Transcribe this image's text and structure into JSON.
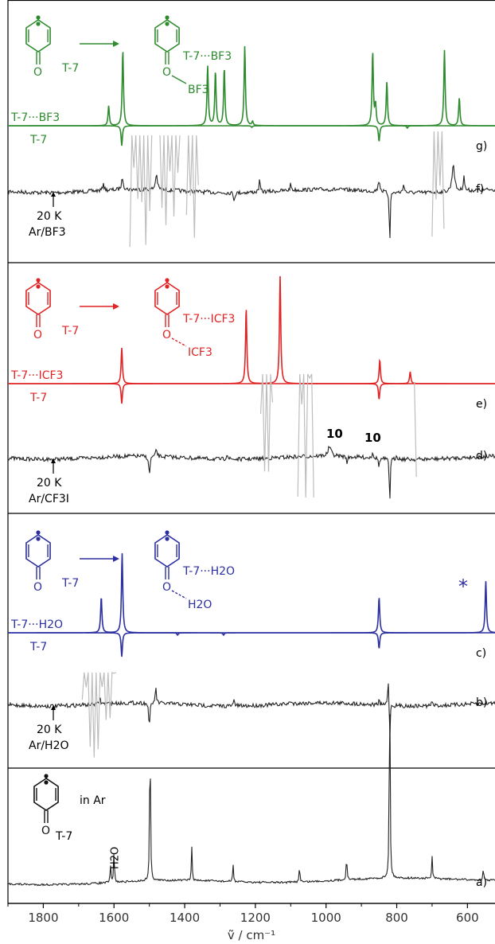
{
  "chart_data": {
    "type": "line",
    "x_axis": {
      "label": "ṽ / cm⁻¹",
      "ticks": [
        1800,
        1600,
        1400,
        1200,
        1000,
        800,
        600
      ],
      "xlim": [
        1900,
        522
      ],
      "reversed": true
    },
    "panels": [
      {
        "id": "bf3",
        "color": "#2e8b2e",
        "molecule": "T-7",
        "complex": "T-7···BF3",
        "ligand": "BF3",
        "matrix": "Ar/BF3",
        "temperature": "20 K",
        "traces": [
          {
            "label": "g)",
            "name": "calc T-7···BF3 (up) / T-7 (down)",
            "kind": "calc",
            "up_peaks": [
              [
                1615,
                0.25
              ],
              [
                1575,
                0.95
              ],
              [
                1335,
                0.75
              ],
              [
                1313,
                0.68
              ],
              [
                1288,
                0.72
              ],
              [
                1230,
                1.0
              ],
              [
                1208,
                0.05
              ],
              [
                868,
                0.92
              ],
              [
                860,
                0.25
              ],
              [
                828,
                0.55
              ],
              [
                665,
                0.95
              ],
              [
                623,
                0.35
              ]
            ],
            "down_peaks": [
              [
                1578,
                0.25
              ],
              [
                1210,
                0.02
              ],
              [
                850,
                0.2
              ],
              [
                770,
                0.03
              ]
            ]
          },
          {
            "label": "f)",
            "name": "experimental difference spectrum",
            "kind": "exp"
          }
        ]
      },
      {
        "id": "cf3i",
        "color": "#e02424",
        "molecule": "T-7",
        "complex": "T-7···ICF3",
        "ligand": "ICF3",
        "matrix": "Ar/CF3I",
        "temperature": "20 K",
        "annotations": [
          "10",
          "10"
        ],
        "traces": [
          {
            "label": "e)",
            "name": "calc T-7···ICF3 (up) / T-7 (down)",
            "kind": "calc",
            "up_peaks": [
              [
                1578,
                0.45
              ],
              [
                1226,
                0.95
              ],
              [
                1130,
                1.35
              ],
              [
                848,
                0.3
              ],
              [
                762,
                0.15
              ]
            ],
            "down_peaks": [
              [
                1578,
                0.25
              ],
              [
                850,
                0.2
              ]
            ]
          },
          {
            "label": "d)",
            "name": "experimental difference spectrum",
            "kind": "exp"
          }
        ]
      },
      {
        "id": "h2o",
        "color": "#2b2fa0",
        "molecule": "T-7",
        "complex": "T-7···H2O",
        "ligand": "H2O",
        "matrix": "Ar/H2O",
        "temperature": "20 K",
        "marker": "*",
        "traces": [
          {
            "label": "c)",
            "name": "calc T-7···H2O (up) / T-7 (down)",
            "kind": "calc",
            "up_peaks": [
              [
                1636,
                0.45
              ],
              [
                1577,
                1.0
              ],
              [
                850,
                0.45
              ],
              [
                548,
                0.65
              ]
            ],
            "down_peaks": [
              [
                1578,
                0.3
              ],
              [
                850,
                0.2
              ],
              [
                1420,
                0.03
              ],
              [
                1290,
                0.03
              ]
            ]
          },
          {
            "label": "b)",
            "name": "experimental difference spectrum",
            "kind": "exp"
          }
        ]
      },
      {
        "id": "ar",
        "color": "#111111",
        "molecule": "T-7",
        "matrix": "in Ar",
        "traces": [
          {
            "label": "a)",
            "name": "T-7 in Ar",
            "kind": "exp",
            "peaks": [
              [
                1610,
                0.08
              ],
              [
                1600,
                0.15
              ],
              [
                1498,
                0.75
              ],
              [
                1380,
                0.15
              ],
              [
                1263,
                0.08
              ],
              [
                1075,
                0.08
              ],
              [
                942,
                0.12
              ],
              [
                820,
                1.0
              ],
              [
                700,
                0.1
              ],
              [
                555,
                0.05
              ]
            ],
            "peak_label": "H2O"
          }
        ]
      }
    ],
    "labels": {
      "arrow_text": "20 K",
      "h2o": "H",
      "h2o_sub": "2",
      "h2o_o": "O"
    }
  }
}
